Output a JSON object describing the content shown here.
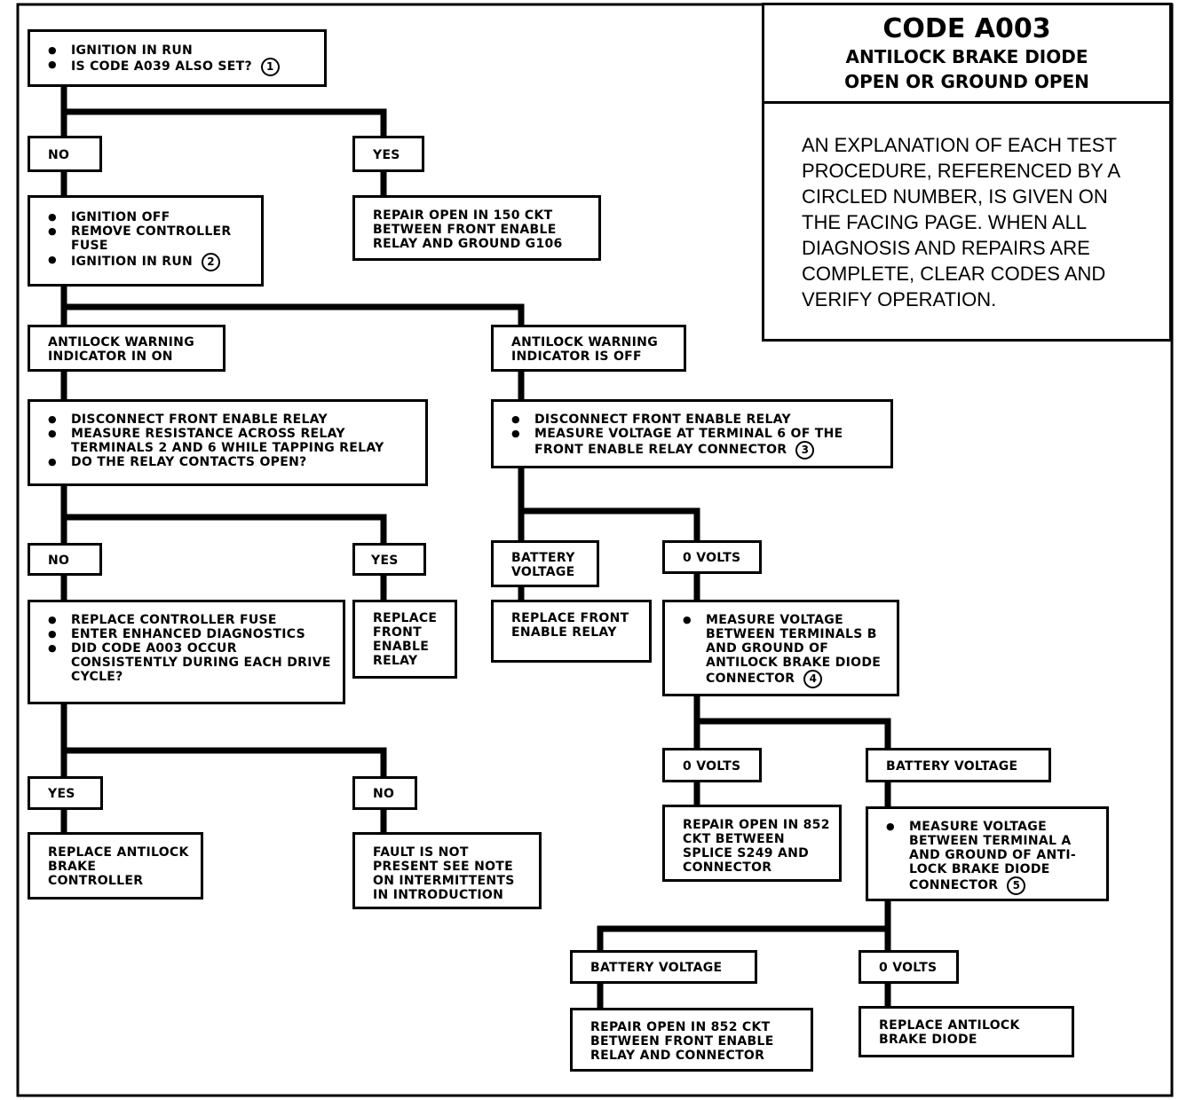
{
  "title": {
    "code": "CODE A003",
    "line1": "ANTILOCK BRAKE DIODE",
    "line2": "OPEN OR GROUND OPEN"
  },
  "explanation": "AN EXPLANATION OF EACH TEST PROCEDURE, REFERENCED BY A CIRCLED NUMBER, IS GIVEN ON THE FACING PAGE.  WHEN ALL DIAGNOSIS AND REPAIRS ARE COMPLETE, CLEAR CODES AND VERIFY OPERATION.",
  "steps": {
    "s1": {
      "items": [
        "IGNITION IN RUN",
        "IS CODE A039 ALSO SET?"
      ],
      "ref": "1"
    },
    "s1_no": "NO",
    "s1_yes": "YES",
    "s1_yes_action": "REPAIR OPEN IN 150 CKT BETWEEN FRONT ENABLE RELAY AND GROUND G106",
    "s2": {
      "items": [
        "IGNITION OFF",
        "REMOVE CONTROLLER FUSE",
        "IGNITION IN RUN"
      ],
      "ref": "2"
    },
    "s2_on": "ANTILOCK WARNING INDICATOR IN ON",
    "s2_off": "ANTILOCK WARNING INDICATOR IS OFF",
    "s3": {
      "items": [
        "DISCONNECT FRONT ENABLE RELAY",
        "MEASURE RESISTANCE ACROSS RELAY TERMINALS 2 AND 6 WHILE TAPPING RELAY",
        "DO THE RELAY CONTACTS OPEN?"
      ]
    },
    "s3_no": "NO",
    "s3_yes": "YES",
    "s3_yes_action": "REPLACE FRONT ENABLE RELAY",
    "s4": {
      "items": [
        "REPLACE CONTROLLER FUSE",
        "ENTER ENHANCED DIAGNOSTICS",
        "DID CODE A003 OCCUR CONSISTENTLY DURING EACH DRIVE CYCLE?"
      ]
    },
    "s4_yes": "YES",
    "s4_no": "NO",
    "s4_yes_action": "REPLACE ANTILOCK BRAKE CONTROLLER",
    "s4_no_action": "FAULT IS NOT PRESENT SEE NOTE ON INTERMITTENTS IN  INTRODUCTION",
    "s5": {
      "items": [
        "DISCONNECT FRONT ENABLE RELAY",
        "MEASURE VOLTAGE AT TERMINAL 6 OF THE FRONT ENABLE RELAY CONNECTOR"
      ],
      "ref": "3"
    },
    "s5_batt": "BATTERY VOLTAGE",
    "s5_zero": "0 VOLTS",
    "s5_batt_action": "REPLACE FRONT ENABLE RELAY",
    "s6": {
      "items": [
        "MEASURE VOLTAGE BETWEEN TERMINALS B AND GROUND OF ANTILOCK BRAKE DIODE CONNECTOR"
      ],
      "ref": "4"
    },
    "s6_zero": "0 VOLTS",
    "s6_batt": "BATTERY VOLTAGE",
    "s6_zero_action": "REPAIR OPEN IN 852 CKT BETWEEN SPLICE S249 AND CONNECTOR",
    "s7": {
      "items": [
        "MEASURE VOLTAGE BETWEEN TERMINAL A AND GROUND OF ANTI-LOCK BRAKE DIODE CONNECTOR"
      ],
      "ref": "5"
    },
    "s7_batt": "BATTERY VOLTAGE",
    "s7_zero": "0 VOLTS",
    "s7_batt_action": "REPAIR OPEN IN 852 CKT BETWEEN FRONT ENABLE RELAY AND CONNECTOR",
    "s7_zero_action": "REPLACE ANTILOCK BRAKE DIODE"
  }
}
